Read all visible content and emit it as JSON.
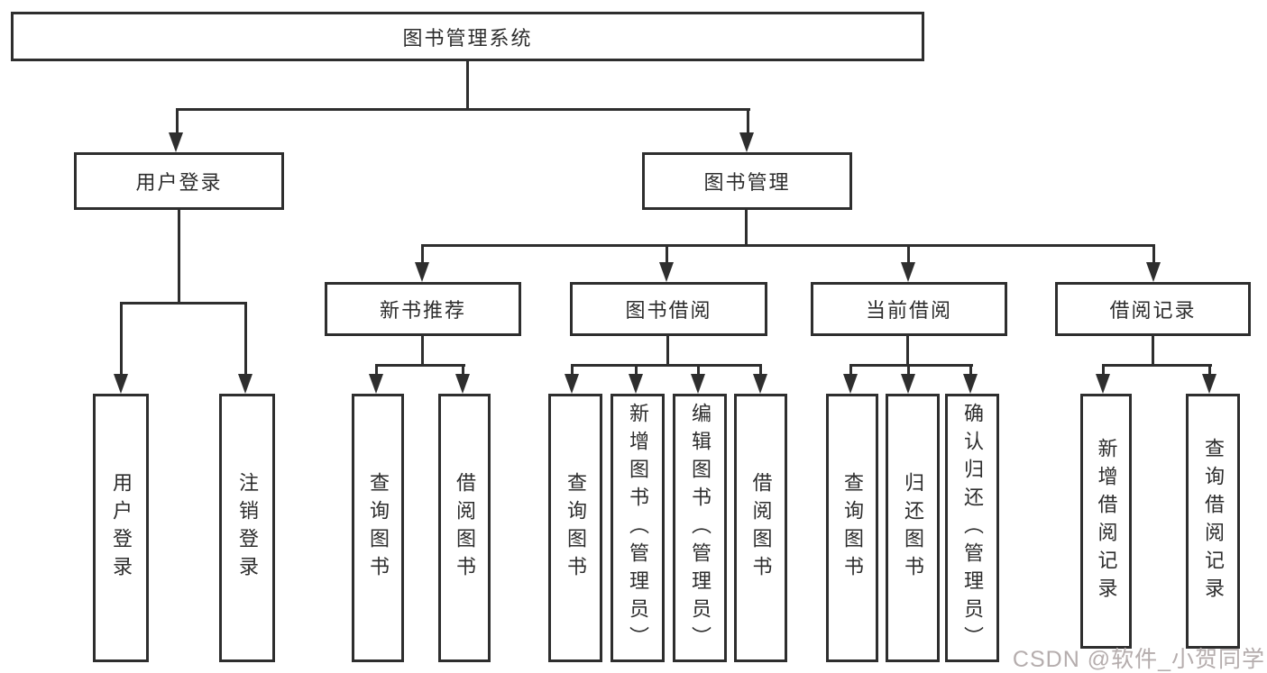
{
  "tree": {
    "root": {
      "label": "图书管理系统"
    },
    "branches": [
      {
        "label": "用户登录",
        "leaves": [
          {
            "label": "用户登录"
          },
          {
            "label": "注销登录"
          }
        ]
      },
      {
        "label": "图书管理",
        "children": [
          {
            "label": "新书推荐",
            "leaves": [
              {
                "label": "查询图书"
              },
              {
                "label": "借阅图书"
              }
            ]
          },
          {
            "label": "图书借阅",
            "leaves": [
              {
                "label": "查询图书"
              },
              {
                "label": "新增图书（管理员）"
              },
              {
                "label": "编辑图书（管理员）"
              },
              {
                "label": "借阅图书"
              }
            ]
          },
          {
            "label": "当前借阅",
            "leaves": [
              {
                "label": "查询图书"
              },
              {
                "label": "归还图书"
              },
              {
                "label": "确认归还（管理员）"
              }
            ]
          },
          {
            "label": "借阅记录",
            "leaves": [
              {
                "label": "新增借阅记录"
              },
              {
                "label": "查询借阅记录"
              }
            ]
          }
        ]
      }
    ]
  },
  "watermark": {
    "text": "CSDN @软件_小贺同学",
    "color": "#b5adad"
  },
  "colors": {
    "line": "#2e2e2e",
    "text": "#2d2d2d",
    "background": "#ffffff"
  }
}
